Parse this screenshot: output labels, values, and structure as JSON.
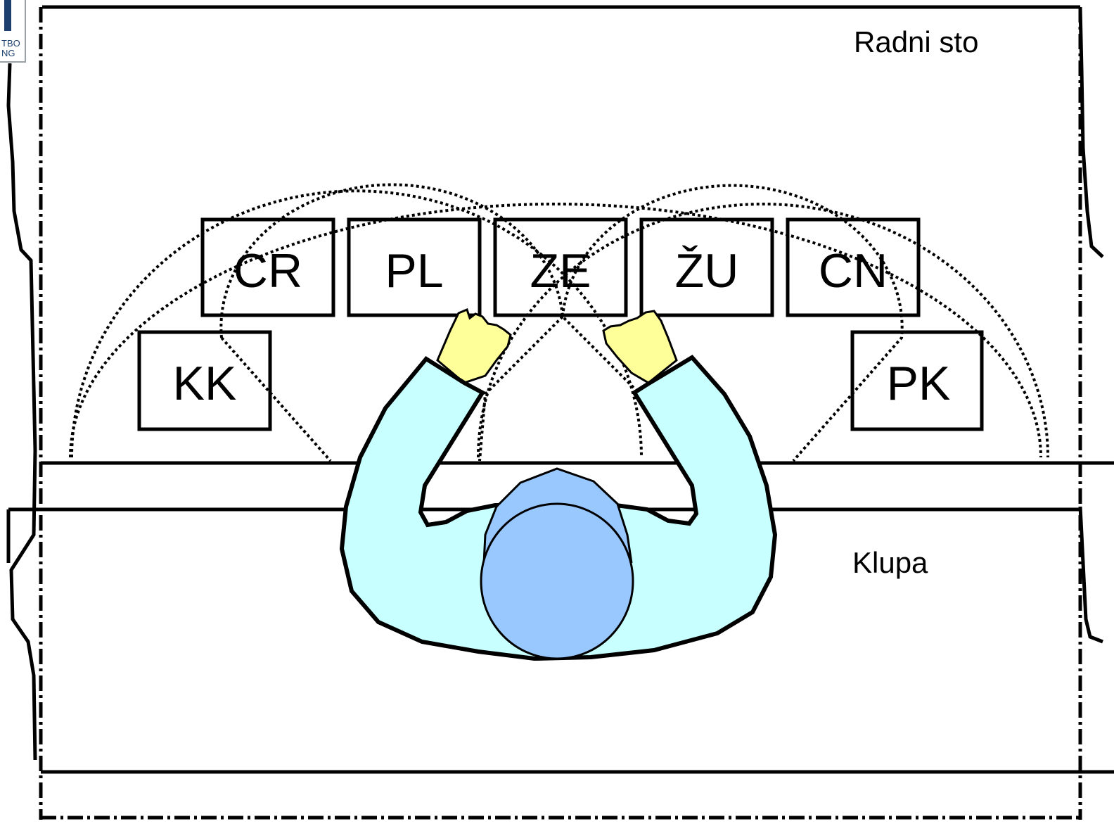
{
  "labels": {
    "work_table": "Radni sto",
    "bench": "Klupa"
  },
  "logo": {
    "line1": "TBO",
    "line2": "NG"
  },
  "bins": [
    {
      "code": "CR"
    },
    {
      "code": "PL"
    },
    {
      "code": "ZE"
    },
    {
      "code": "ŽU"
    },
    {
      "code": "CN"
    },
    {
      "code": "KK"
    },
    {
      "code": "PK"
    }
  ],
  "colors": {
    "arm": "#c8ffff",
    "head": "#99c8ff",
    "hand": "#ffff99",
    "outline": "#000000",
    "logo": "#1d3f6e"
  }
}
